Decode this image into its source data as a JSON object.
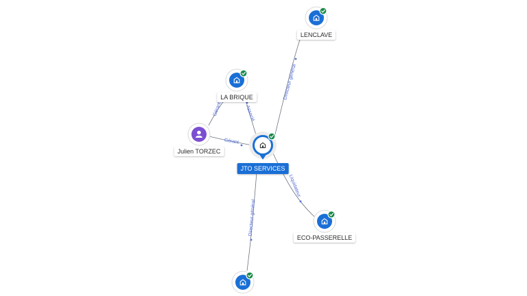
{
  "nodes": [
    {
      "id": "jto",
      "label": "JTO SERVICES",
      "kind": "company",
      "main": true,
      "verified": true
    },
    {
      "id": "lenclave",
      "label": "LENCLAVE",
      "kind": "company",
      "verified": true
    },
    {
      "id": "labrique",
      "label": "LA BRIQUE",
      "kind": "company",
      "verified": true
    },
    {
      "id": "julien",
      "label": "Julien TORZEC",
      "kind": "person",
      "verified": false
    },
    {
      "id": "eco",
      "label": "ECO-PASSERELLE",
      "kind": "company",
      "verified": true
    },
    {
      "id": "bottom",
      "label": "",
      "kind": "company",
      "verified": true
    }
  ],
  "edges": [
    {
      "from": "jto",
      "to": "lenclave",
      "label": "Directeur général"
    },
    {
      "from": "jto",
      "to": "labrique",
      "label": "Associé"
    },
    {
      "from": "julien",
      "to": "labrique",
      "label": "Gérant"
    },
    {
      "from": "julien",
      "to": "jto",
      "label": "Gérant"
    },
    {
      "from": "jto",
      "to": "eco",
      "label": "Liquidateur"
    },
    {
      "from": "jto",
      "to": "bottom",
      "label": "Directeur général"
    }
  ],
  "colors": {
    "company": "#1a6fd6",
    "person": "#7b4fd1",
    "verified": "#1b8a4a",
    "edge_label": "#4f6bd8"
  }
}
